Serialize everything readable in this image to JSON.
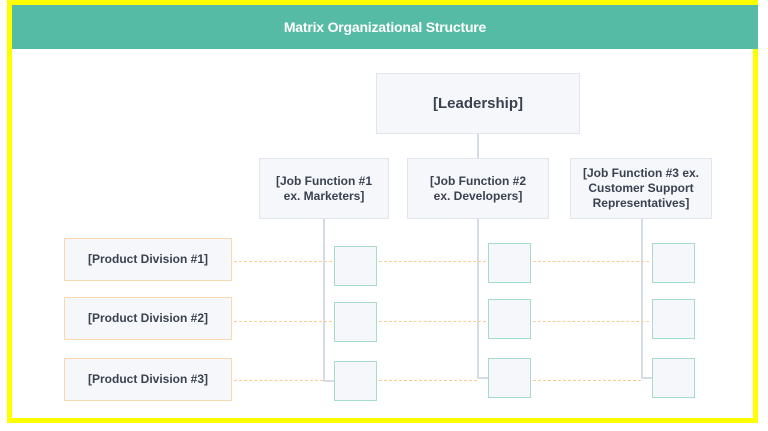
{
  "header": {
    "title": "Matrix Organizational Structure"
  },
  "leadership": {
    "label": "[Leadership]"
  },
  "job_functions": [
    {
      "label": "[Job Function #1 ex. Marketers]"
    },
    {
      "label": "[Job Function #2 ex. Developers]"
    },
    {
      "label": "[Job Function #3 ex. Customer Support Representatives]"
    }
  ],
  "product_divisions": [
    {
      "label": "[Product Division #1]"
    },
    {
      "label": "[Product Division #2]"
    },
    {
      "label": "[Product Division #3]"
    }
  ],
  "colors": {
    "frame": "#FFFF00",
    "header": "#56BBA5",
    "cell_border": "#A6DCCF",
    "division_border": "#F8D9B0",
    "dashed_line": "#F8CF98",
    "connector": "#D6DCE6"
  }
}
